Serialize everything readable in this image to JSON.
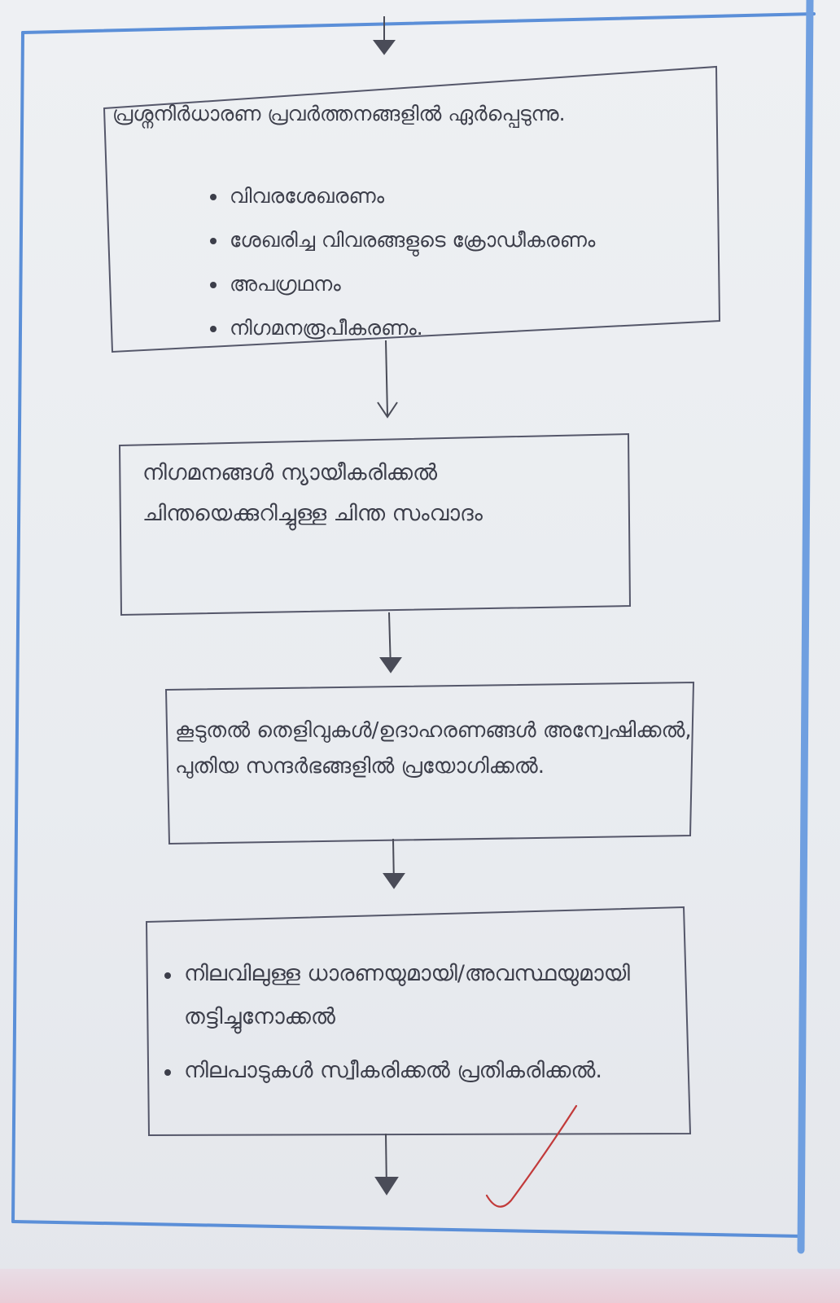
{
  "colors": {
    "frame_blue": "#5b8fd8",
    "ink": "#3c3e4a",
    "check_red": "#c23a3a"
  },
  "boxes": [
    {
      "text": "പ്രശ്നനിർധാരണ പ്രവർത്തനങ്ങളിൽ ഏർപ്പെടുന്നു.",
      "bullets": [
        "വിവരശേഖരണം",
        "ശേഖരിച്ച വിവരങ്ങളുടെ ക്രോഡീകരണം",
        "അപഗ്രഥനം",
        "നിഗമനരൂപീകരണം."
      ]
    },
    {
      "text": "നിഗമനങ്ങൾ ന്യായീകരിക്കൽ ചിന്തയെക്കുറിച്ചുള്ള ചിന്ത സംവാദം"
    },
    {
      "text": "കൂടുതൽ തെളിവുകൾ/ഉദാഹരണങ്ങൾ അന്വേഷിക്കൽ, പുതിയ സന്ദർഭങ്ങളിൽ പ്രയോഗിക്കൽ."
    },
    {
      "bullets": [
        "നിലവിലുള്ള ധാരണയുമായി/അവസ്ഥയുമായി തട്ടിച്ചുനോക്കൽ",
        "നിലപാടുകൾ സ്വീകരിക്കൽ പ്രതികരിക്കൽ."
      ]
    }
  ]
}
